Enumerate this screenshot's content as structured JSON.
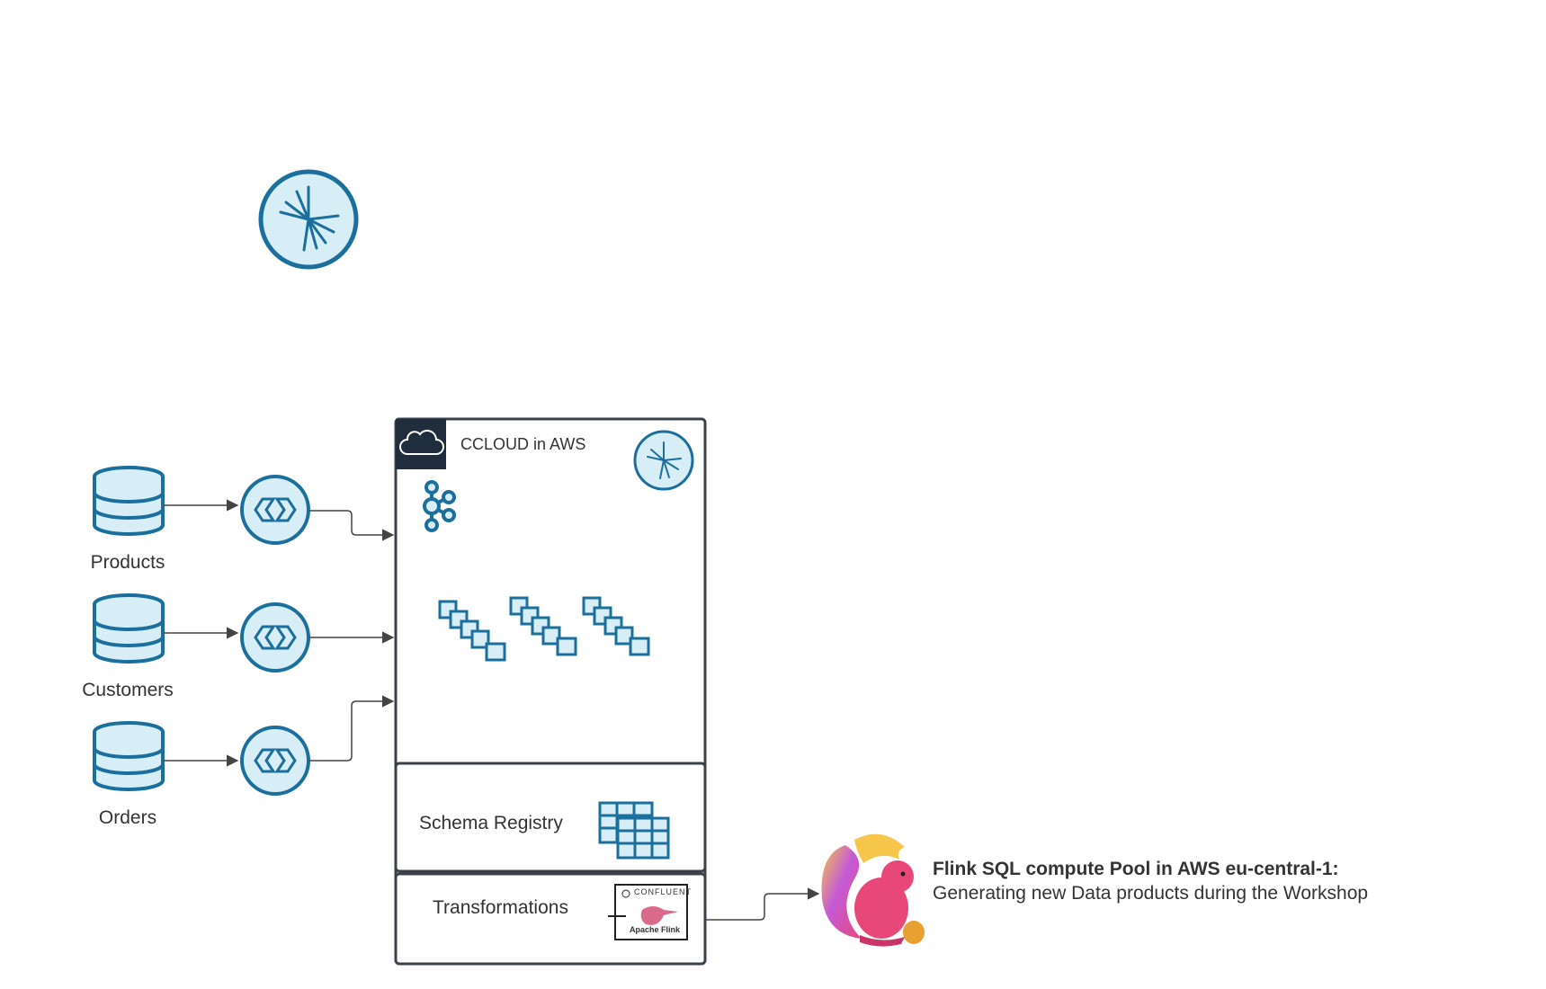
{
  "sources": [
    {
      "label": "Products"
    },
    {
      "label": "Customers"
    },
    {
      "label": "Orders"
    }
  ],
  "cloud": {
    "title": "CCLOUD in AWS",
    "schema_registry": "Schema Registry",
    "transformations": "Transformations",
    "flink_badge": {
      "brand": "CONFLUENT",
      "name": "Apache Flink"
    }
  },
  "flink": {
    "title": "Flink SQL compute Pool in AWS eu-central-1:",
    "subtitle": "Generating new Data products during the Workshop"
  },
  "colors": {
    "brand_blue": "#1a6f9c",
    "light_blue": "#d8eef7",
    "dark_header": "#1f2d3d",
    "box_border": "#3b4148"
  },
  "icons": [
    "confluent-logo-icon",
    "database-icon",
    "connector-icon",
    "cloud-icon",
    "kafka-icon",
    "topic-icon",
    "schema-table-icon",
    "flink-squirrel-icon"
  ]
}
